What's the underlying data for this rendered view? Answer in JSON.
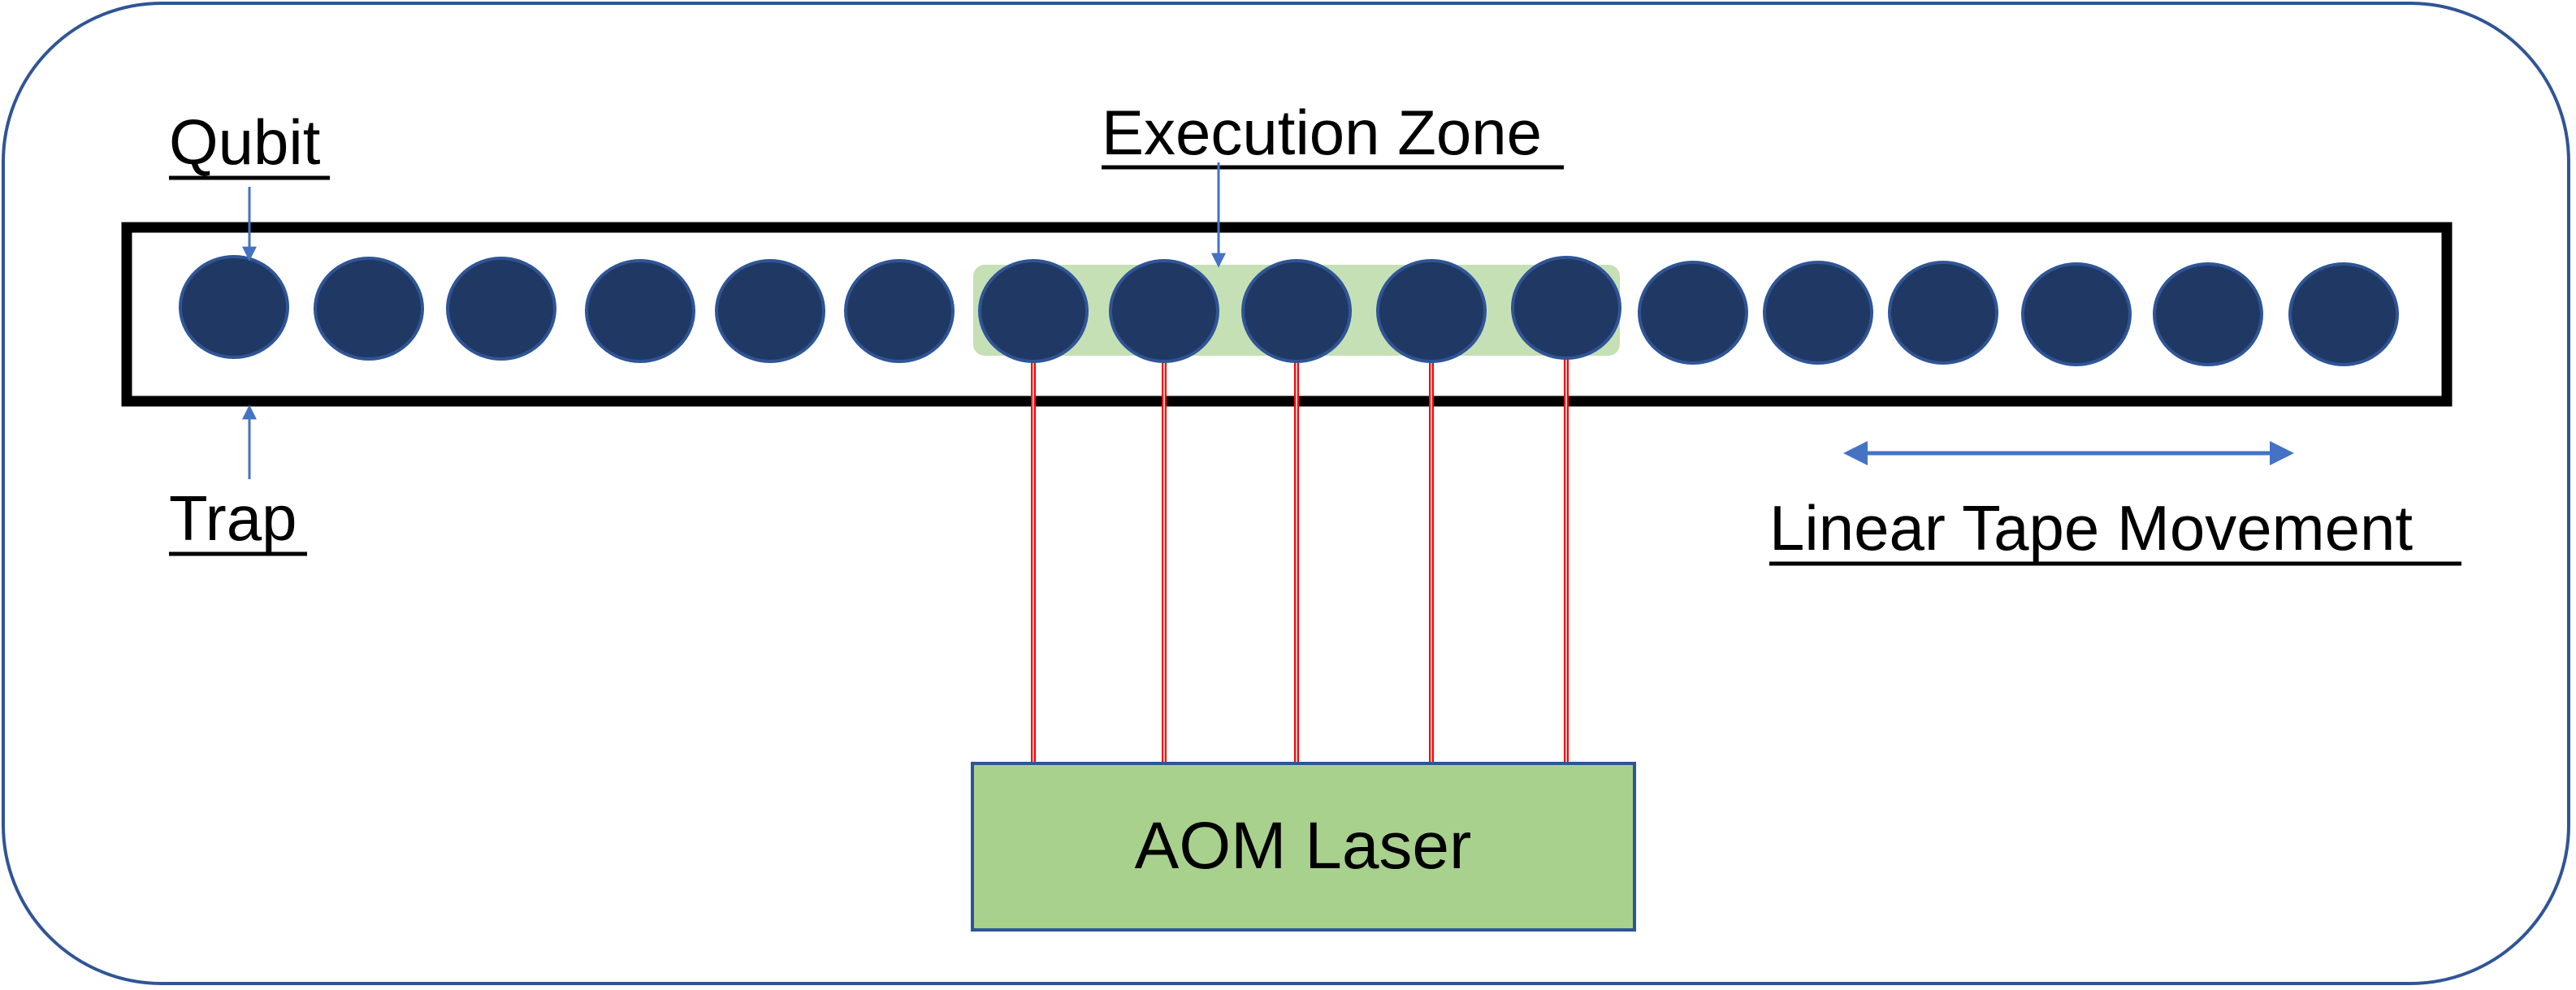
{
  "labels": {
    "qubit": "Qubit",
    "trap": "Trap",
    "execution_zone": "Execution Zone",
    "linear_tape_movement": "Linear Tape Movement",
    "aom_laser": "AOM Laser"
  },
  "qubit_count": 17,
  "execution_zone_qubits": [
    6,
    7,
    8,
    9,
    10
  ],
  "colors": {
    "frame": "#2f5597",
    "qubit_fill": "#1f3864",
    "qubit_stroke": "#2f5597",
    "execution_zone_fill": "#c5e0b4",
    "aom_fill": "#a9d18e",
    "aom_stroke": "#2f5597",
    "laser_beam": "#ff0000",
    "arrow": "#4472c4",
    "trap_stroke": "#000000"
  }
}
